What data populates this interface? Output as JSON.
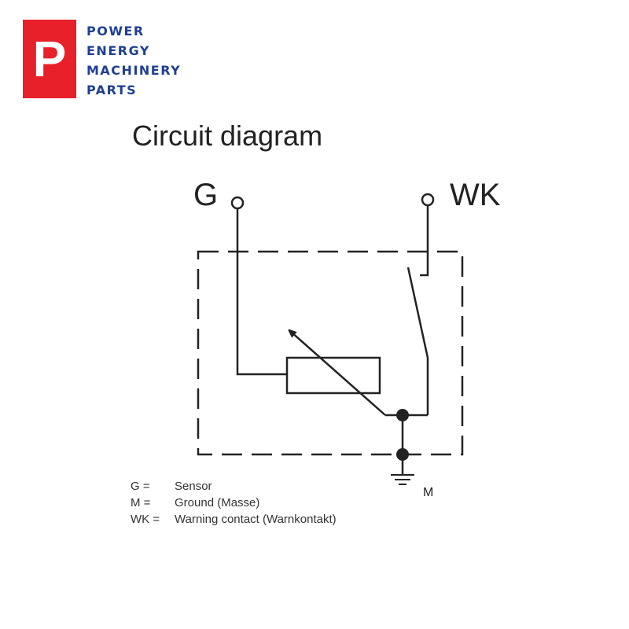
{
  "logo": {
    "letter": "P",
    "lines": [
      "POWER",
      "ENERGY",
      "MACHINERY",
      "PARTS"
    ]
  },
  "title": "Circuit diagram",
  "terminals": {
    "g": "G",
    "wk": "WK",
    "m": "M"
  },
  "legend": [
    {
      "abbr": "G =",
      "desc": "Sensor"
    },
    {
      "abbr": "M =",
      "desc": "Ground (Masse)"
    },
    {
      "abbr": "WK =",
      "desc": "Warning contact (Warnkontakt)"
    }
  ],
  "colors": {
    "brand_red": "#e8202a",
    "brand_blue": "#1f3f93",
    "line": "#222222"
  }
}
